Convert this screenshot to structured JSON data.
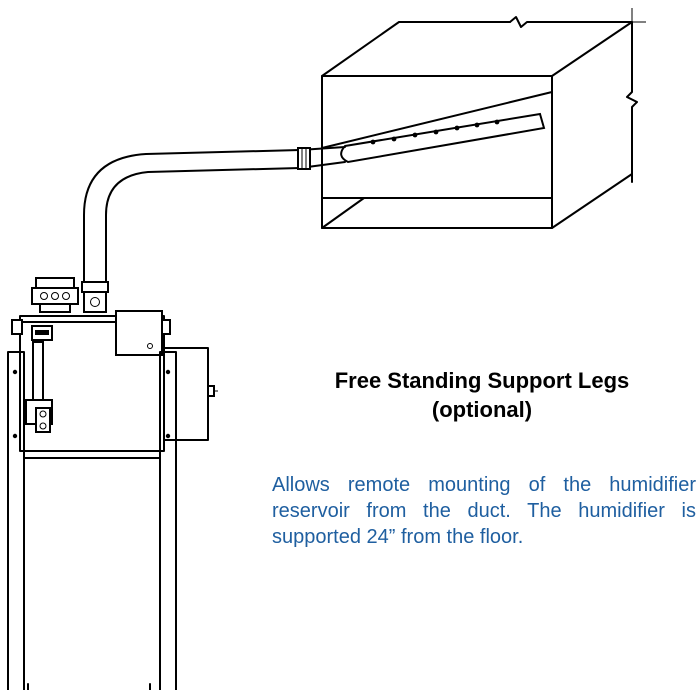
{
  "caption": {
    "title_line1": "Free Standing Support Legs",
    "title_line2": "(optional)"
  },
  "description": "Allows remote mounting of the humidifier reservoir from the duct.  The humidifier is supported 24” from the floor.",
  "colors": {
    "line": "#000000",
    "description_text": "#1f5fa0",
    "background": "#ffffff"
  }
}
